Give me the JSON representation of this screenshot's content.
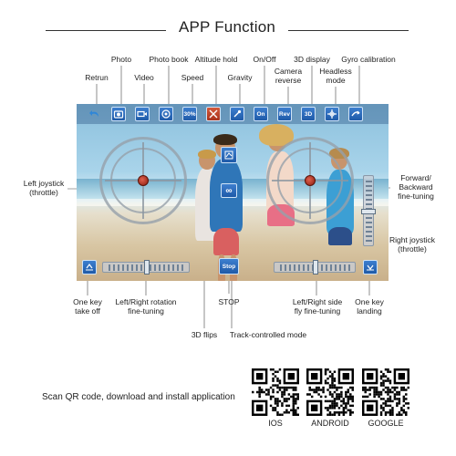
{
  "header": {
    "title": "APP Function"
  },
  "labels": {
    "return": "Retrun",
    "photo": "Photo",
    "video": "Video",
    "photo_book": "Photo book",
    "speed": "Speed",
    "altitude_hold": "Altitude hold",
    "gravity": "Gravity",
    "on_off": "On/Off",
    "camera_reverse": [
      "Camera",
      "reverse"
    ],
    "display_3d": "3D display",
    "headless": [
      "Headless",
      "mode"
    ],
    "gyro": "Gyro calibration",
    "left_joystick": [
      "Left joystick",
      "(throttle)"
    ],
    "forward_backward": [
      "Forward/",
      "Backward",
      "fine-tuning"
    ],
    "right_joystick": [
      "Right joystick",
      "(throttle)"
    ],
    "one_key_takeoff": [
      "One key",
      "take off"
    ],
    "rotation": [
      "Left/Right rotation",
      "fine-tuning"
    ],
    "stop": "STOP",
    "flips": "3D flips",
    "track": "Track-controlled mode",
    "side_fly": [
      "Left/Right side",
      "fly fine-tuning"
    ],
    "one_key_landing": [
      "One key",
      "landing"
    ]
  },
  "toolbar": {
    "speed_btn": "30%",
    "on_btn": "On",
    "rev_btn": "Rev",
    "display_btn": "3D"
  },
  "screen": {
    "stop_btn": "Stop",
    "flip_glyph": "∞",
    "side_slider_value": 0.5,
    "rotation_slider_value": 0.5,
    "forward_slider_value": 0.5
  },
  "qr": {
    "instruction": "Scan QR code, download and install application",
    "captions": [
      "IOS",
      "ANDROID",
      "GOOGLE"
    ]
  },
  "colors": {
    "button_blue": "#1f5aa8",
    "knob_red": "#b4301c"
  }
}
